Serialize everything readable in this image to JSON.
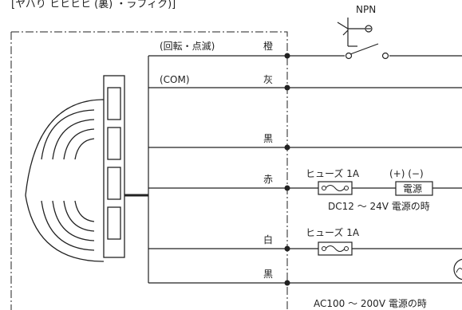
{
  "title_fragment": "[ヤハり ヒヒヒヒ (裏) ・ラフィク)]",
  "transistor_label": "NPN",
  "wires": [
    {
      "label": "(回転・点滅)",
      "color": "橙"
    },
    {
      "label": "(COM)",
      "color": "灰"
    },
    {
      "label": "",
      "color": "黒"
    },
    {
      "label": "",
      "color": "赤"
    },
    {
      "label": "",
      "color": "白"
    },
    {
      "label": "",
      "color": "黒"
    }
  ],
  "dc_circuit": {
    "fuse_label": "ヒューズ 1A",
    "polarity": "(+) (−)",
    "power_label": "電源",
    "caption": "DC12 〜 24V 電源の時"
  },
  "ac_circuit": {
    "fuse_label": "ヒューズ 1A",
    "caption": "AC100 〜 200V 電源の時"
  },
  "colors": {
    "line": "#222222",
    "background": "#ffffff"
  }
}
